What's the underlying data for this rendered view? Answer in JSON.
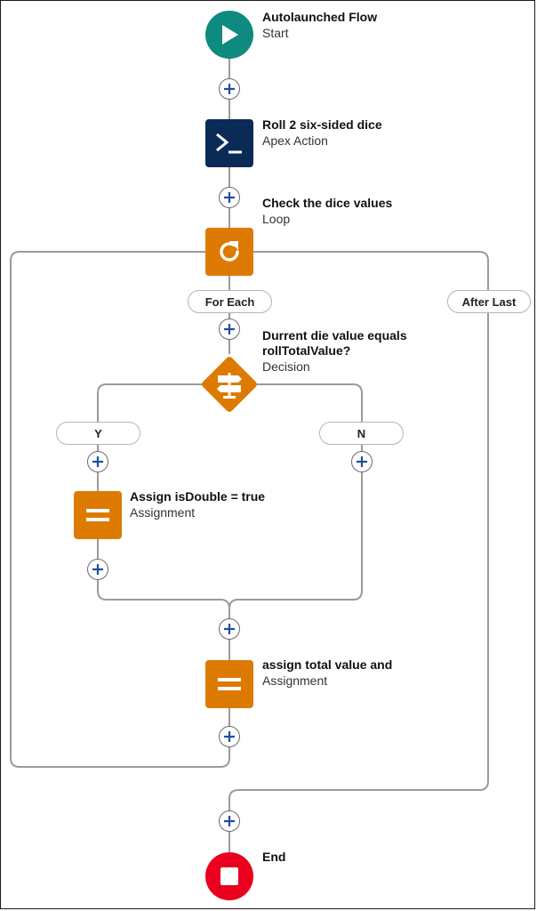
{
  "colors": {
    "start": "#0f8a7e",
    "apex": "#0b2b57",
    "orange": "#dd7a01",
    "end": "#ea001e",
    "connector": "#9b9b9b",
    "plus": "#1f4fa0"
  },
  "nodes": {
    "start": {
      "title": "Autolaunched Flow",
      "subtitle": "Start",
      "icon": "play-icon"
    },
    "apex": {
      "title": "Roll 2 six-sided dice",
      "subtitle": "Apex Action",
      "icon": "terminal-prompt-icon"
    },
    "loop": {
      "title": "Check the dice values",
      "subtitle": "Loop",
      "icon": "refresh-icon"
    },
    "decision": {
      "title_line1": "Durrent die value equals",
      "title_line2": "rollTotalValue?",
      "subtitle": "Decision",
      "icon": "signpost-icon"
    },
    "assign_double": {
      "title": "Assign isDouble = true",
      "subtitle": "Assignment",
      "icon": "equals-icon"
    },
    "assign_total": {
      "title": "assign total value and",
      "subtitle": "Assignment",
      "icon": "equals-icon"
    },
    "end": {
      "title": "End",
      "icon": "stop-icon"
    }
  },
  "labels": {
    "for_each": "For Each",
    "after_last": "After Last",
    "yes": "Y",
    "no": "N"
  }
}
